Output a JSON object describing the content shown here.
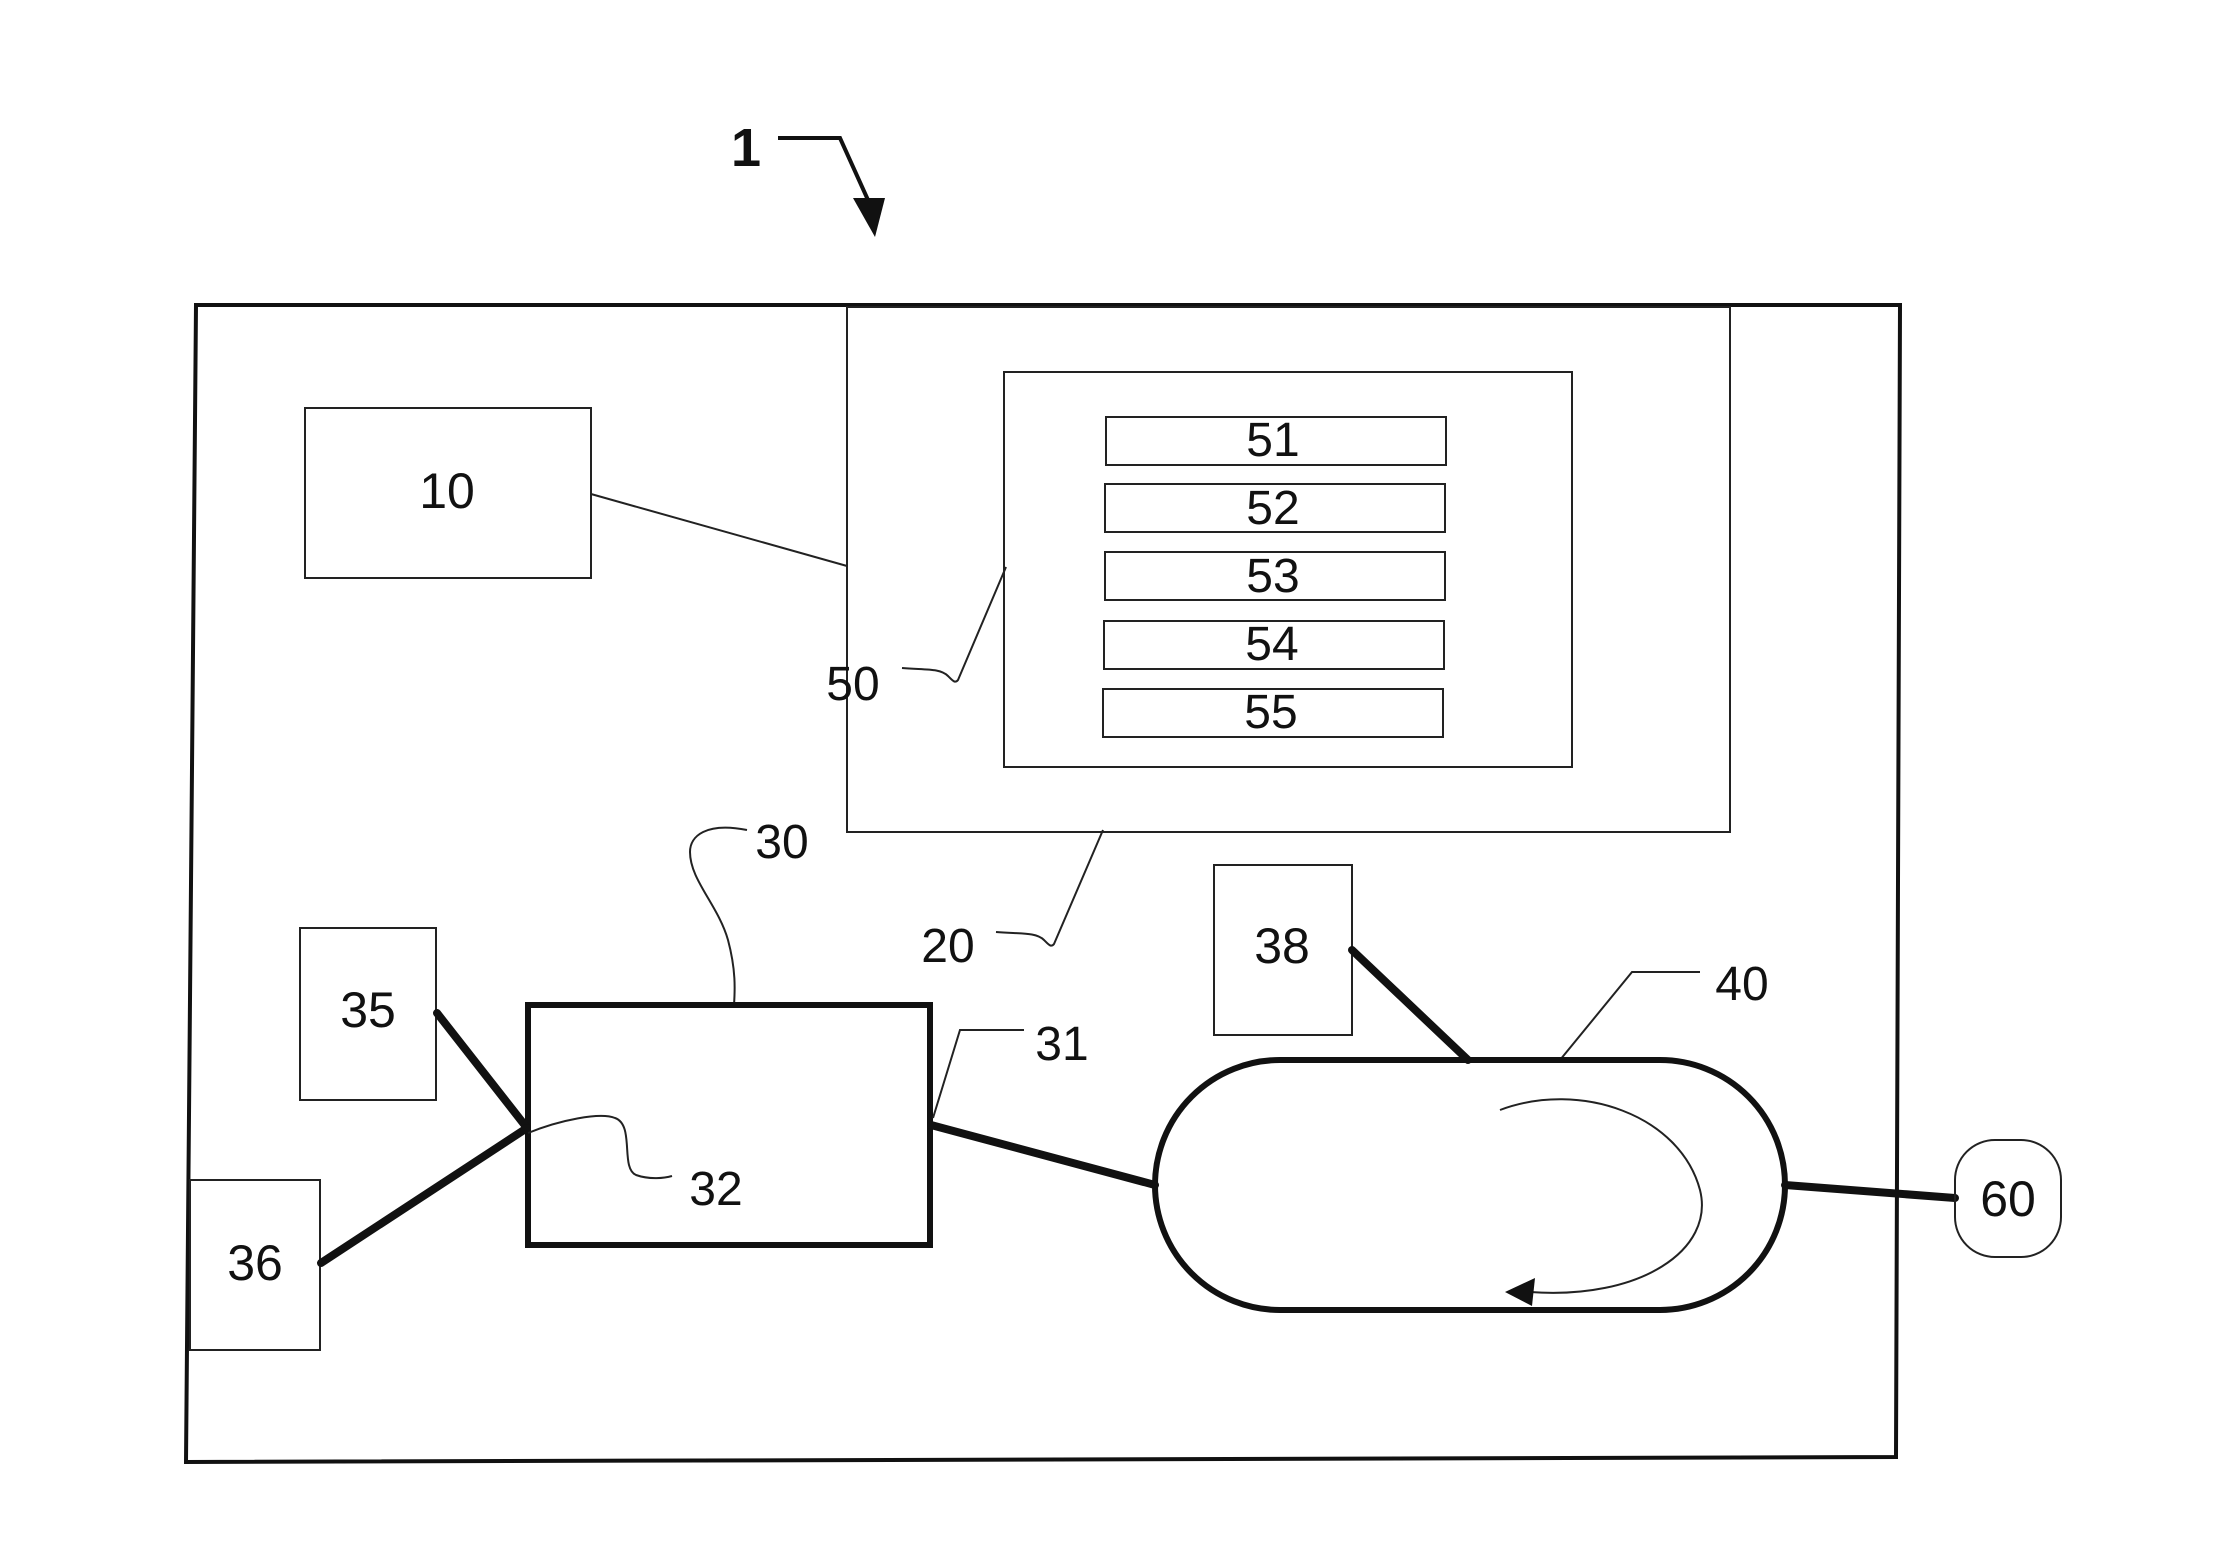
{
  "figure": {
    "reference_label": "1",
    "labels": {
      "box_10": "10",
      "box_20": "20",
      "box_30": "30",
      "port_31": "31",
      "port_32": "32",
      "box_35": "35",
      "box_36": "36",
      "box_38": "38",
      "loop_40": "40",
      "box_50": "50",
      "item_51": "51",
      "item_52": "52",
      "item_53": "53",
      "item_54": "54",
      "item_55": "55",
      "node_60": "60"
    }
  }
}
